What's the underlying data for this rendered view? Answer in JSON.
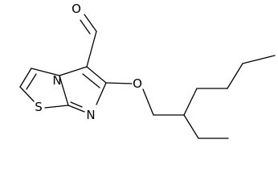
{
  "structure": {
    "atoms": [
      {
        "id": "O1",
        "symbol": "O"
      },
      {
        "id": "N1",
        "symbol": "N"
      },
      {
        "id": "N2",
        "symbol": "N"
      },
      {
        "id": "S1",
        "symbol": "S"
      },
      {
        "id": "O2",
        "symbol": "O"
      }
    ]
  }
}
